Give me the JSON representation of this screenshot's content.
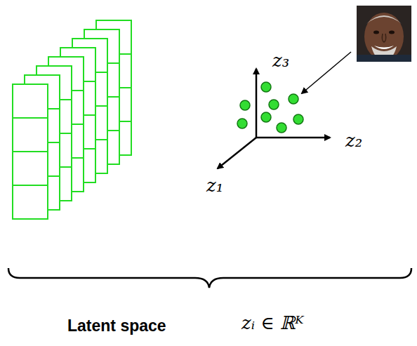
{
  "diagram": {
    "labels": [
      "z₃",
      "z₂",
      "z₁",
      "Latent space",
      "zᵢ ∈ ℝᴷ"
    ]
  }
}
